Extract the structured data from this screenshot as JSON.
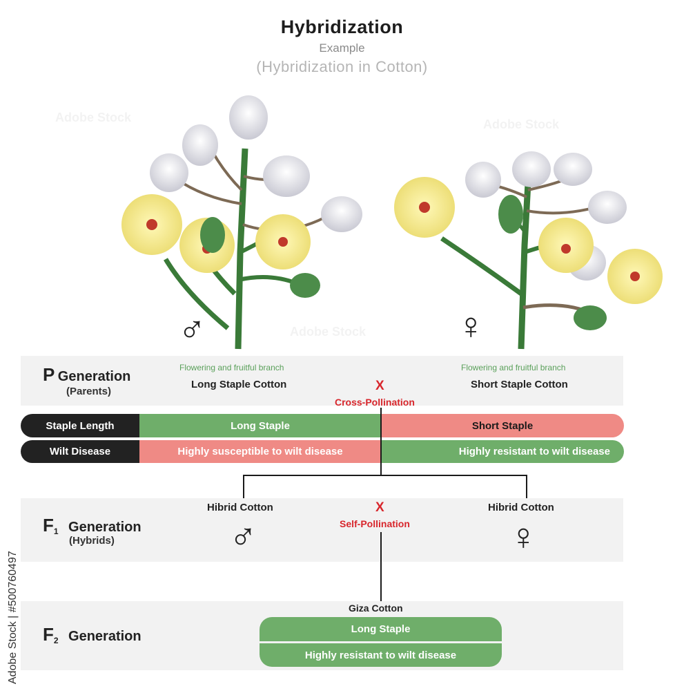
{
  "header": {
    "title": "Hybridization",
    "subtitle": "Example",
    "subtitle2": "(Hybridization in Cotton)"
  },
  "p_generation": {
    "letter": "P",
    "label": "Generation",
    "sub": "(Parents)",
    "male_caption": "Flowering and fruitful branch",
    "male_name": "Long Staple Cotton",
    "female_caption": "Flowering and fruitful branch",
    "female_name": "Short Staple Cotton",
    "cross_mark": "X",
    "cross_label": "Cross-Pollination",
    "male_symbol": "♂",
    "female_symbol": "♀"
  },
  "traits": {
    "staple_label": "Staple Length",
    "staple_male": "Long Staple",
    "staple_female": "Short Staple",
    "wilt_label": "Wilt Disease",
    "wilt_male": "Highly susceptible to wilt disease",
    "wilt_female": "Highly resistant to wilt disease"
  },
  "f1_generation": {
    "letter": "F",
    "subscript": "1",
    "label": "Generation",
    "sub": "(Hybrids)",
    "left_name": "Hibrid Cotton",
    "right_name": "Hibrid Cotton",
    "cross_mark": "X",
    "cross_label": "Self-Pollination",
    "male_symbol": "♂",
    "female_symbol": "♀"
  },
  "f2_generation": {
    "letter": "F",
    "subscript": "2",
    "label": "Generation",
    "result_name": "Giza Cotton",
    "trait1": "Long Staple",
    "trait2": "Highly resistant to wilt disease"
  },
  "side_text": "Adobe Stock | #500760497",
  "watermark": "Adobe Stock",
  "colors": {
    "green": "#6fae6a",
    "red": "#ef8a85",
    "black": "#222222",
    "petal": "#f6ec8c",
    "boll": "#e9e9ee",
    "stem": "#3a7a38"
  }
}
